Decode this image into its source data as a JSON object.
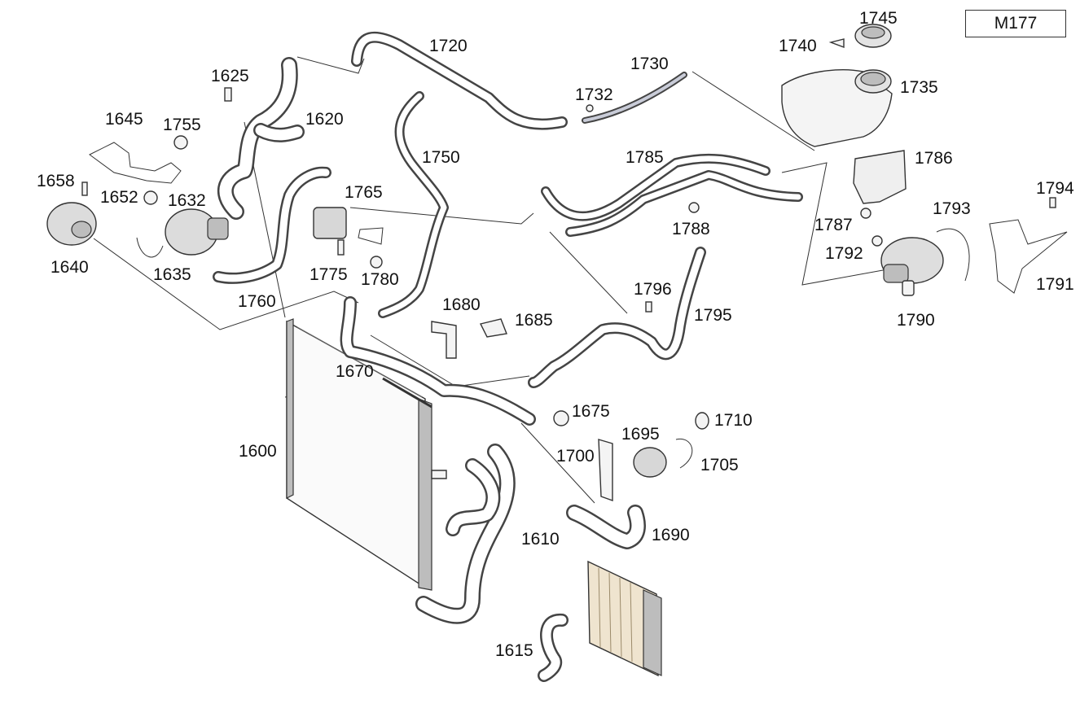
{
  "model": "M177",
  "labels": {
    "p1600": "1600",
    "p1610": "1610",
    "p1615": "1615",
    "p1620": "1620",
    "p1625": "1625",
    "p1632": "1632",
    "p1635": "1635",
    "p1640": "1640",
    "p1645": "1645",
    "p1652": "1652",
    "p1658": "1658",
    "p1670": "1670",
    "p1675": "1675",
    "p1680": "1680",
    "p1685": "1685",
    "p1690": "1690",
    "p1695": "1695",
    "p1700": "1700",
    "p1705": "1705",
    "p1710": "1710",
    "p1720": "1720",
    "p1730": "1730",
    "p1732": "1732",
    "p1735": "1735",
    "p1740": "1740",
    "p1745": "1745",
    "p1750": "1750",
    "p1755": "1755",
    "p1760": "1760",
    "p1765": "1765",
    "p1775": "1775",
    "p1780": "1780",
    "p1785": "1785",
    "p1786": "1786",
    "p1787": "1787",
    "p1788": "1788",
    "p1790": "1790",
    "p1791": "1791",
    "p1792": "1792",
    "p1793": "1793",
    "p1794": "1794",
    "p1795": "1795",
    "p1796": "1796"
  }
}
